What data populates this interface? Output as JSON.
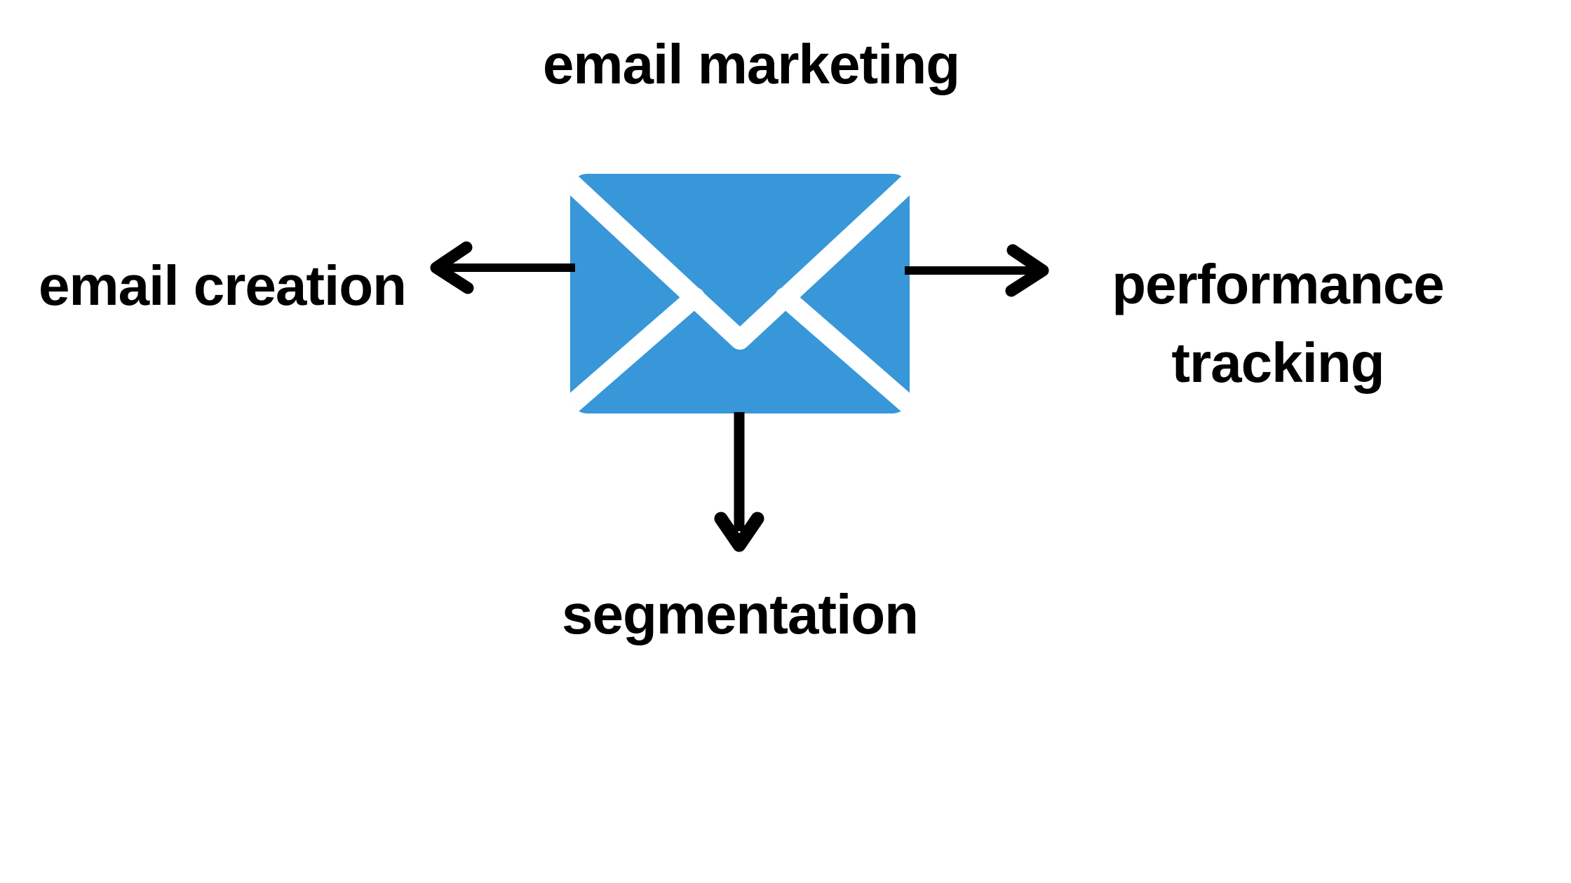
{
  "diagram": {
    "title": "email marketing",
    "center_icon": "envelope",
    "branches": [
      {
        "id": "left",
        "direction": "left",
        "label": "email creation"
      },
      {
        "id": "right",
        "direction": "right",
        "label": "performance tracking"
      },
      {
        "id": "bottom",
        "direction": "down",
        "label": "segmentation"
      }
    ]
  },
  "colors": {
    "background": "#ffffff",
    "text": "#000000",
    "arrow": "#000000",
    "envelope_fill": "#3797d8",
    "envelope_lines": "#ffffff"
  }
}
